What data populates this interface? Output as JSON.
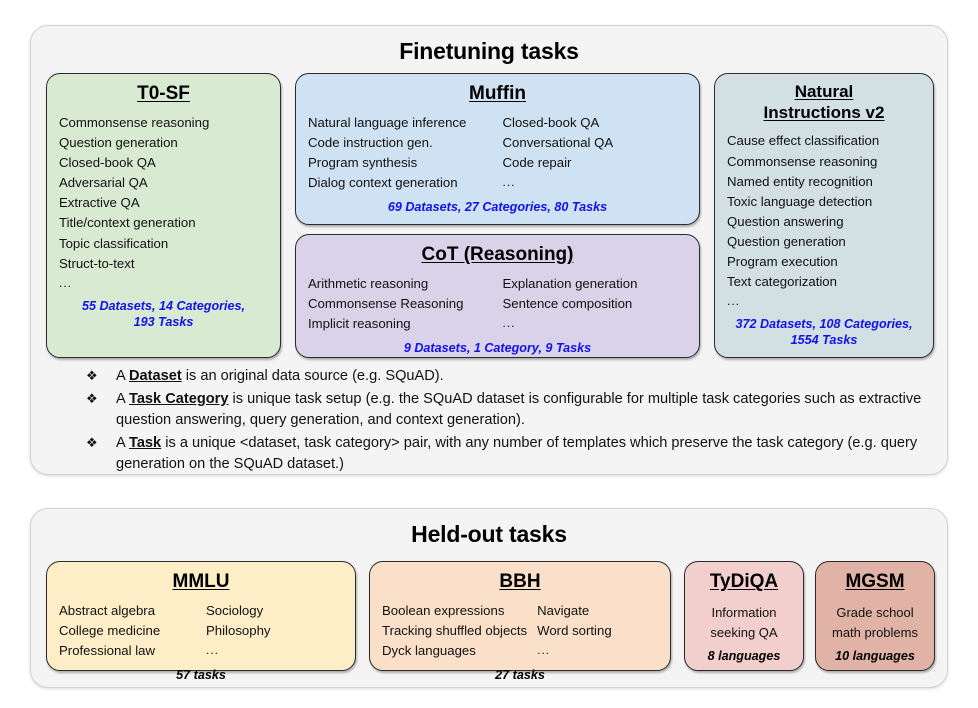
{
  "finetuning": {
    "title": "Finetuning tasks",
    "cards": [
      {
        "id": "t0sf",
        "title": "T0-SF",
        "color": "#d9ead3",
        "items": [
          "Commonsense reasoning",
          "Question generation",
          "Closed-book QA",
          "Adversarial QA",
          "Extractive QA",
          "Title/context generation",
          "Topic classification",
          "Struct-to-text",
          "..."
        ],
        "stat": "55 Datasets, 14 Categories,",
        "stat2": "193 Tasks"
      },
      {
        "id": "muffin",
        "title": "Muffin",
        "color": "#cfe2f3",
        "col1": [
          "Natural language inference",
          "Code instruction gen.",
          "Program synthesis",
          "Dialog context generation"
        ],
        "col2": [
          "Closed-book QA",
          "Conversational QA",
          "Code repair",
          "..."
        ],
        "stat": "69 Datasets, 27 Categories, 80 Tasks"
      },
      {
        "id": "cot",
        "title": "CoT (Reasoning)",
        "color": "#d9d2e9",
        "col1": [
          "Arithmetic reasoning",
          "Commonsense Reasoning",
          "Implicit reasoning"
        ],
        "col2": [
          "Explanation generation",
          "Sentence composition",
          "..."
        ],
        "stat": "9 Datasets, 1 Category, 9 Tasks"
      },
      {
        "id": "ni2",
        "title_line1": "Natural",
        "title_line2": "Instructions v2",
        "color": "#d2e0e3",
        "items": [
          "Cause effect classification",
          "Commonsense reasoning",
          "Named entity recognition",
          "Toxic language detection",
          "Question answering",
          "Question generation",
          "Program execution",
          "Text categorization",
          "..."
        ],
        "stat": "372 Datasets, 108 Categories,",
        "stat2": "1554 Tasks"
      }
    ],
    "definitions": {
      "bullet_glyph": "❖",
      "items": [
        {
          "prefix": "A ",
          "term": "Dataset",
          "rest": " is an original data source (e.g. SQuAD)."
        },
        {
          "prefix": "A ",
          "term": "Task Category",
          "rest": " is unique task setup (e.g. the SQuAD dataset is configurable for multiple task categories such as extractive question answering, query generation, and context generation)."
        },
        {
          "prefix": "A ",
          "term": "Task",
          "rest": " is a unique <dataset, task category> pair, with any number of templates which preserve the task category (e.g. query generation on the SQuAD dataset.)"
        }
      ]
    }
  },
  "heldout": {
    "title": "Held-out tasks",
    "cards": [
      {
        "id": "mmlu",
        "title": "MMLU",
        "color": "#fdeec8",
        "col1": [
          "Abstract algebra",
          "College medicine",
          "Professional law"
        ],
        "col2": [
          "Sociology",
          "Philosophy",
          "..."
        ],
        "stat": "57 tasks"
      },
      {
        "id": "bbh",
        "title": "BBH",
        "color": "#fae0c8",
        "col1": [
          "Boolean expressions",
          "Tracking shuffled objects",
          "Dyck languages"
        ],
        "col2": [
          "Navigate",
          "Word sorting",
          "..."
        ],
        "stat": "27 tasks"
      },
      {
        "id": "tydiqa",
        "title": "TyDiQA",
        "color": "#f2cfcc",
        "line1": "Information",
        "line2": "seeking QA",
        "stat": "8 languages"
      },
      {
        "id": "mgsm",
        "title": "MGSM",
        "color": "#e0b3a6",
        "line1": "Grade school",
        "line2": "math problems",
        "stat": "10 languages"
      }
    ]
  },
  "colors": {
    "panel_bg": "#f4f4f4",
    "stat_blue": "#1111ee",
    "card_border": "#2b2b2b"
  }
}
